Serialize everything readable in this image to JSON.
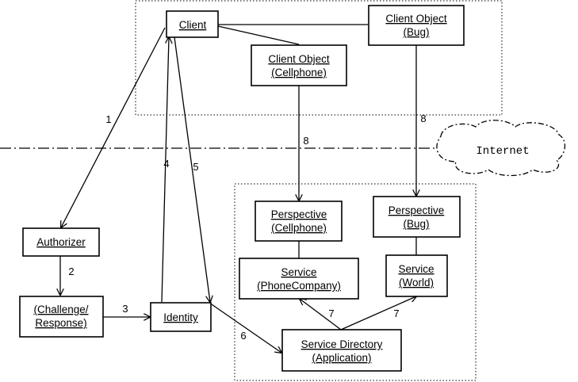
{
  "nodes": {
    "client": {
      "label": "Client"
    },
    "client_object_bug": {
      "line1": "Client Object",
      "line2": "(Bug)"
    },
    "client_object_cellphone": {
      "line1": "Client Object",
      "line2": "(Cellphone)"
    },
    "authorizer": {
      "label": "Authorizer"
    },
    "challenge_response": {
      "line1": "(Challenge/",
      "line2": "Response)"
    },
    "identity": {
      "label": "Identity"
    },
    "perspective_cellphone": {
      "line1": "Perspective",
      "line2": "(Cellphone)"
    },
    "perspective_bug": {
      "line1": "Perspective",
      "line2": "(Bug)"
    },
    "service_phonecompany": {
      "line1": "Service",
      "line2": "(PhoneCompany)"
    },
    "service_world": {
      "line1": "Service",
      "line2": "(World)"
    },
    "service_directory": {
      "line1": "Service Directory",
      "line2": "(Application)"
    }
  },
  "edge_labels": {
    "e1": "1",
    "e2": "2",
    "e3": "3",
    "e4": "4",
    "e5": "5",
    "e6": "6",
    "e7a": "7",
    "e7b": "7",
    "e8a": "8",
    "e8b": "8"
  },
  "internet": {
    "label": "Internet"
  }
}
